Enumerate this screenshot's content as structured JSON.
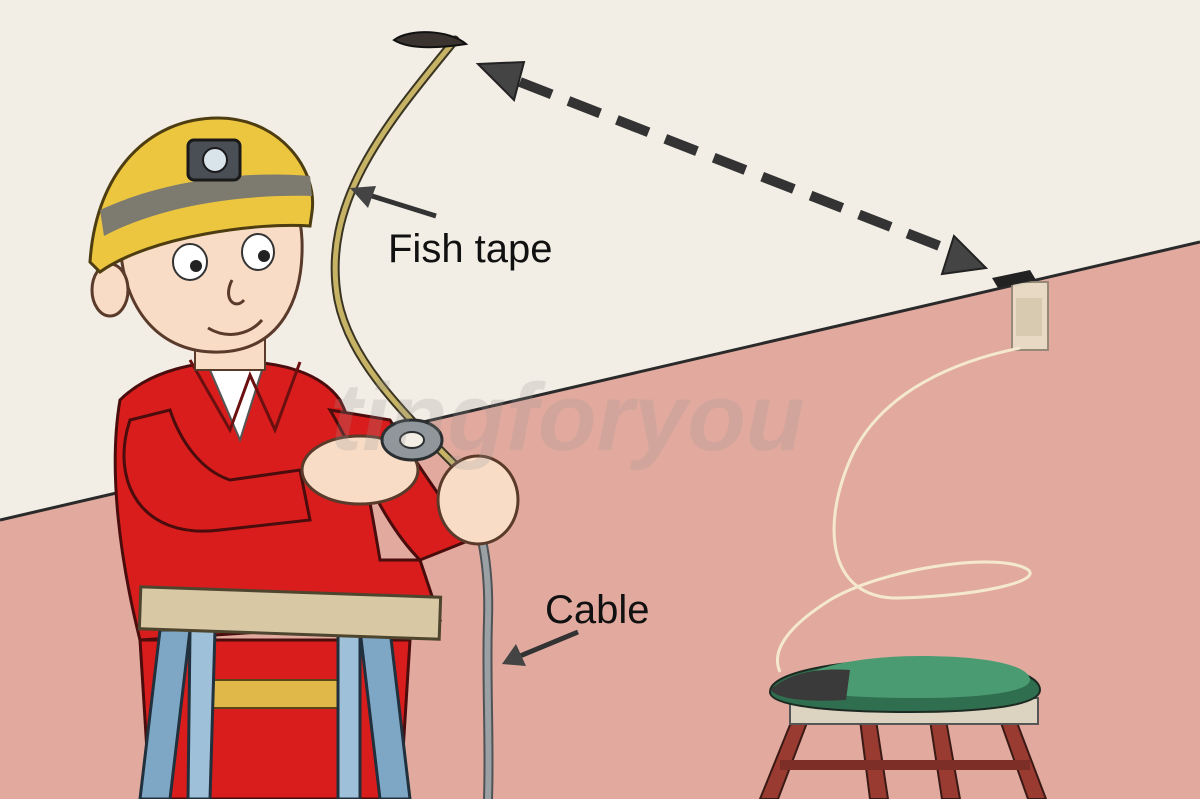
{
  "labels": {
    "fish_tape": "Fish tape",
    "cable": "Cable"
  },
  "watermark": "tingforyou",
  "colors": {
    "ceiling": "#f3eee5",
    "wall": "#e2aa9e",
    "wall_line": "#2a2a2a",
    "hard_hat": "#ecc63f",
    "coverall": "#d81d1c",
    "skin": "#f8dcc6",
    "ladder": "#7ea7c6",
    "ladder_platform": "#d8c8a4",
    "fish_tape": "#b9a65c",
    "cable": "#8f9599",
    "wire_coil": "#efe3c6",
    "stepladder": "#9a3b31",
    "cable_reel": "#3f8a63",
    "arrow": "#333333"
  }
}
